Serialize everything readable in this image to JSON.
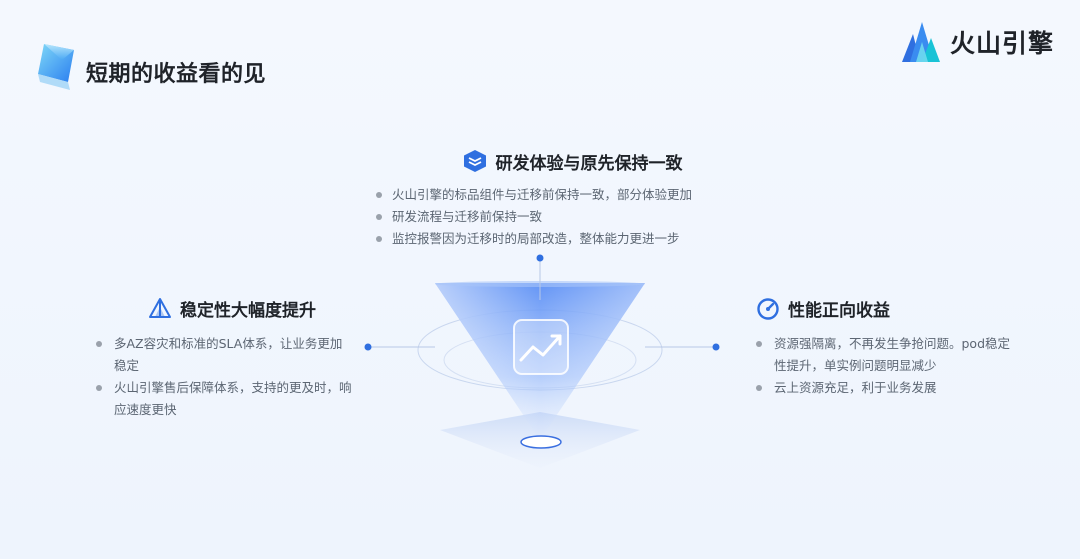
{
  "header": {
    "title": "短期的收益看的见",
    "brand_name": "火山引擎"
  },
  "sections": {
    "top": {
      "title": "研发体验与原先保持一致",
      "items": [
        "火山引擎的标品组件与迁移前保持一致，部分体验更加",
        "研发流程与迁移前保持一致",
        "监控报警因为迁移时的局部改造，整体能力更进一步"
      ]
    },
    "left": {
      "title": "稳定性大幅度提升",
      "items": [
        "多AZ容灾和标准的SLA体系，让业务更加稳定",
        "火山引擎售后保障体系，支持的更及时，响应速度更快"
      ]
    },
    "right": {
      "title": "性能正向收益",
      "items": [
        "资源强隔离，不再发生争抢问题。pod稳定性提升，单实例问题明显减少",
        "云上资源充足，利于业务发展"
      ]
    }
  },
  "colors": {
    "accent": "#2f6fe0",
    "title_text": "#1f2329",
    "body_text": "#5c6673"
  },
  "icons": {
    "title": "crystal-icon",
    "brand": "volcano-logo-icon",
    "top": "layers-icon",
    "left": "pyramid-icon",
    "right": "speedometer-icon",
    "center": "trend-chart-icon"
  }
}
